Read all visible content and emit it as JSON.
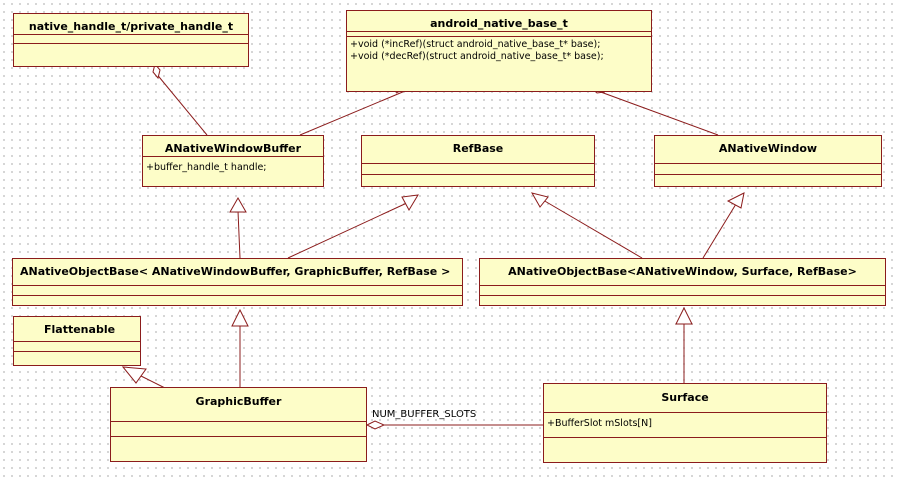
{
  "classes": {
    "native_handle": {
      "name": "native_handle_t/private_handle_t"
    },
    "android_native_base": {
      "name": "android_native_base_t",
      "operations": [
        "+void (*incRef)(struct android_native_base_t* base);",
        "+void (*decRef)(struct android_native_base_t* base);"
      ]
    },
    "anative_window_buffer": {
      "name": "ANativeWindowBuffer",
      "attributes": [
        "+buffer_handle_t handle;"
      ]
    },
    "refbase": {
      "name": "RefBase"
    },
    "anative_window": {
      "name": "ANativeWindow"
    },
    "obj_base_buffer": {
      "name": "ANativeObjectBase< ANativeWindowBuffer, GraphicBuffer, RefBase >"
    },
    "obj_base_window": {
      "name": "ANativeObjectBase<ANativeWindow, Surface, RefBase>"
    },
    "flattenable": {
      "name": "Flattenable"
    },
    "graphic_buffer": {
      "name": "GraphicBuffer"
    },
    "surface": {
      "name": "Surface",
      "attributes": [
        "+BufferSlot mSlots[N]"
      ]
    }
  },
  "relations": {
    "num_buffer_slots_label": "NUM_BUFFER_SLOTS"
  },
  "colors": {
    "box_fill": "#fdfdc8",
    "border": "#8b1c1c",
    "line": "#8b1c1c"
  }
}
